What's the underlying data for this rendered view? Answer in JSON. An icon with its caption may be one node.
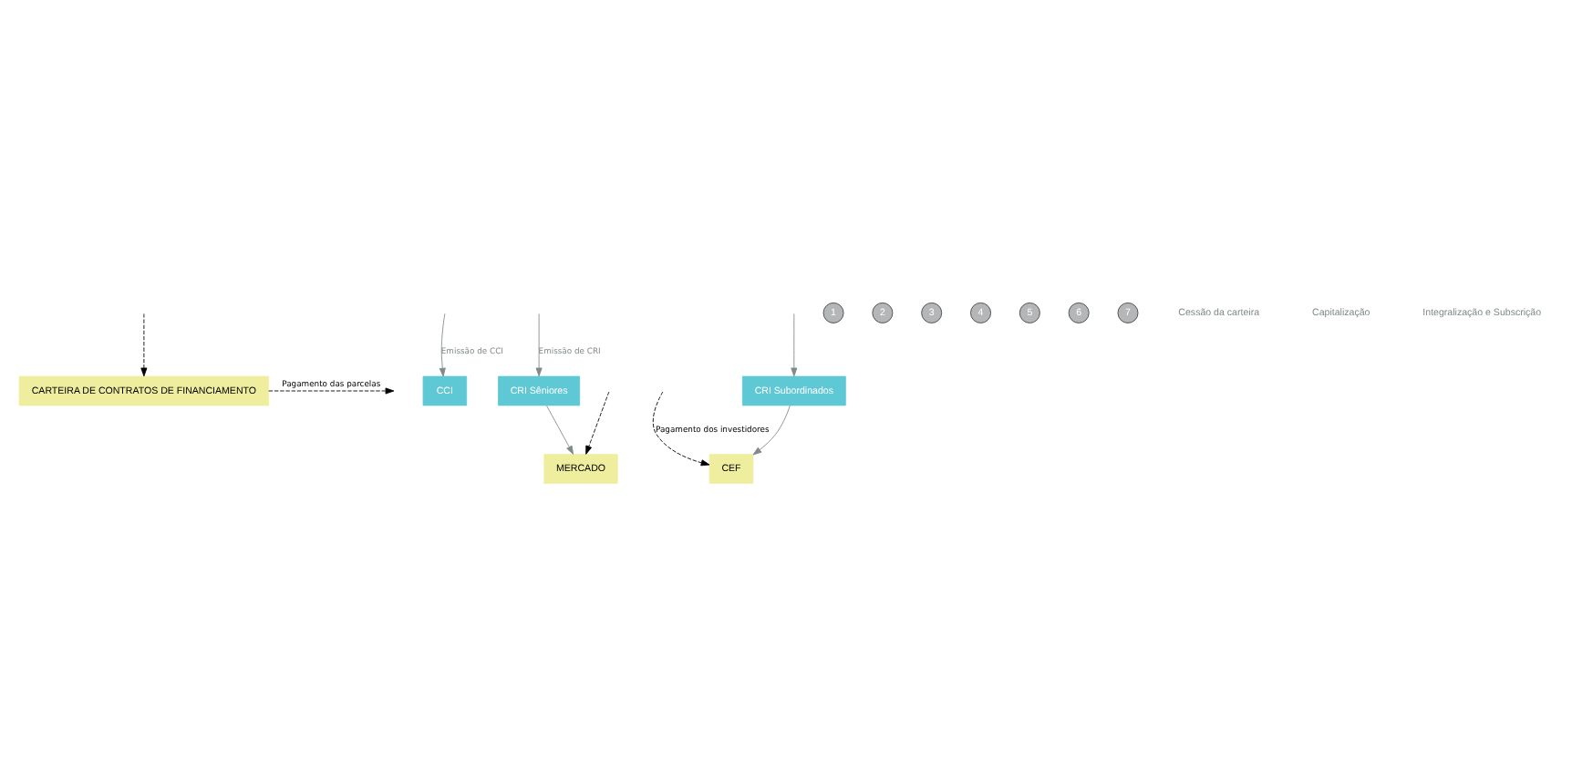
{
  "diagram": {
    "nodes": [
      {
        "text": [
          "CARTEIRA DE CONTRATOS DE FINANCIAMENTO"
        ]
      },
      {
        "text": [
          "CCI"
        ]
      },
      {
        "text": [
          "MERCADO"
        ]
      },
      {
        "text": [
          "CRI Sêniores"
        ]
      },
      {
        "text": [
          "CRI Subordinados"
        ]
      },
      {
        "text": [
          "CEF"
        ]
      },
      {
        "text": [
          "1"
        ]
      },
      {
        "text": [
          "2"
        ]
      },
      {
        "text": [
          "3"
        ]
      },
      {
        "text": [
          "4"
        ]
      },
      {
        "text": [
          "5"
        ]
      },
      {
        "text": [
          "6"
        ]
      },
      {
        "text": [
          "7"
        ]
      }
    ],
    "edges": [
      {
        "from": null,
        "to": 1,
        "arrow": "to",
        "label": "Emissão de CCI"
      },
      {
        "from": null,
        "to": 3,
        "arrow": "to",
        "label": "Emissão de CRI"
      },
      {
        "from": null,
        "to": 4,
        "arrow": "to"
      },
      {
        "from": 3,
        "to": 2,
        "arrow": "to"
      },
      {
        "from": 4,
        "to": 5,
        "arrow": "to"
      },
      {
        "from": null,
        "to": 2,
        "arrow": "to",
        "style": "dashed",
        "color": "#000000"
      },
      {
        "from": 0,
        "to": null,
        "arrow": "to",
        "style": "dashed",
        "color": "#000000",
        "label": "Pagamento das parcelas"
      },
      {
        "from": null,
        "to": 0,
        "arrow": "to",
        "style": "dashed",
        "color": "#000000"
      },
      {
        "from": null,
        "to": 5,
        "arrow": "to",
        "style": "dashed",
        "color": "#000000",
        "label": "Pagamento dos investidores"
      }
    ],
    "labels": [
      "Cessão da carteira",
      "Capitalização",
      "Integralização e Subscrição"
    ]
  }
}
